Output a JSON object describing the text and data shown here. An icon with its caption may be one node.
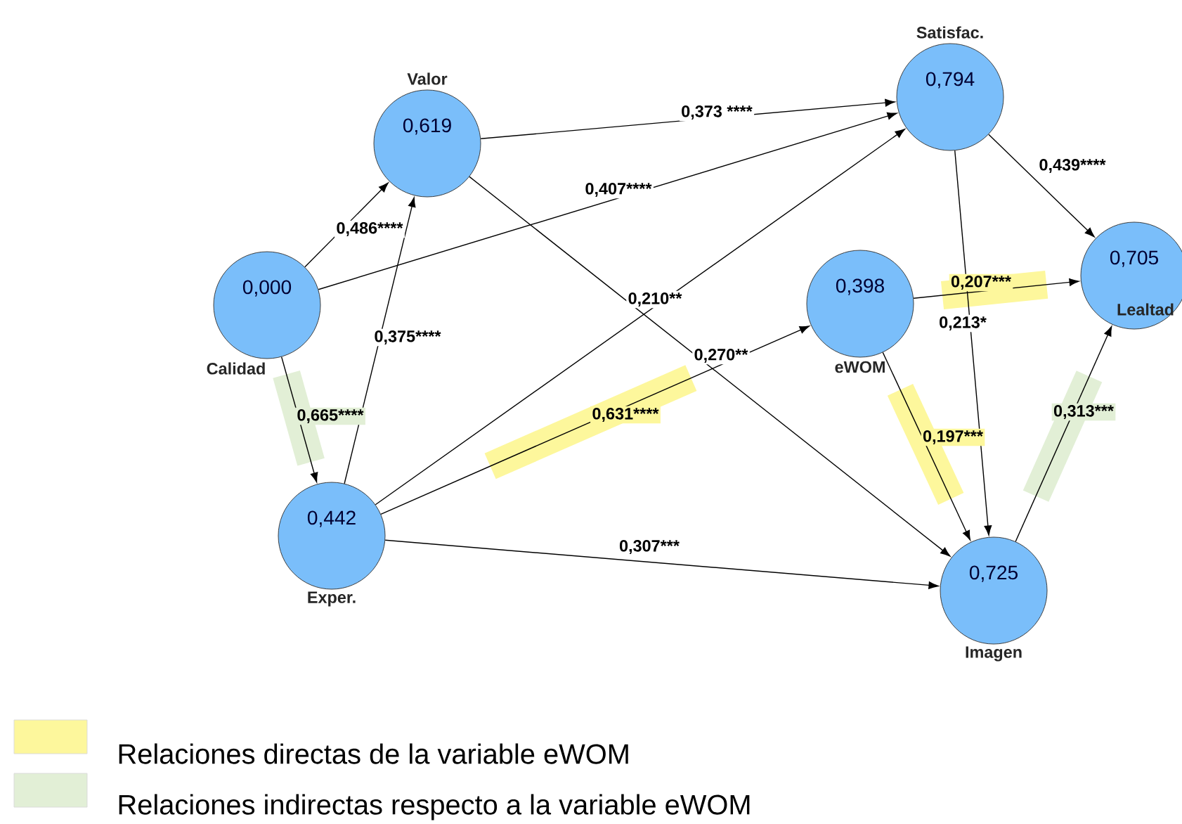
{
  "diagram": {
    "nodes": [
      {
        "text": [
          "Satisfac.",
          "0,794"
        ]
      },
      {
        "text": [
          "Valor",
          "0,619"
        ]
      },
      {
        "text": [
          "0,000",
          "Calidad"
        ]
      },
      {
        "text": [
          "0,398",
          "eWOM"
        ]
      },
      {
        "text": [
          "0,705",
          "Lealtad"
        ]
      },
      {
        "text": [
          "0,442",
          "Exper."
        ]
      },
      {
        "text": [
          "0,725",
          "Imagen"
        ]
      }
    ],
    "edges": [
      {
        "from": 2,
        "to": 1,
        "arrow": "to",
        "label": "0,486****"
      },
      {
        "from": 2,
        "to": 0,
        "arrow": "to",
        "label": "0,407****"
      },
      {
        "from": 2,
        "to": 5,
        "arrow": "to",
        "label": "0,665****"
      },
      {
        "from": 5,
        "to": 1,
        "arrow": "to",
        "label": "0,375****"
      },
      {
        "from": 1,
        "to": 0,
        "arrow": "to",
        "label": "0,373 ****"
      },
      {
        "from": 5,
        "to": 0,
        "arrow": "to",
        "label": "0,210**"
      },
      {
        "from": 1,
        "to": 6,
        "arrow": "to",
        "label": "0,270**"
      },
      {
        "from": 5,
        "to": 3,
        "arrow": "to",
        "label": "0,631****"
      },
      {
        "from": 5,
        "to": 6,
        "arrow": "to",
        "label": "0,307***"
      },
      {
        "from": 0,
        "to": 6,
        "arrow": "to",
        "label": "0,213*"
      },
      {
        "from": 0,
        "to": 4,
        "arrow": "to",
        "label": "0,439****"
      },
      {
        "from": 3,
        "to": 4,
        "arrow": "to",
        "label": "0,207***"
      },
      {
        "from": 3,
        "to": 6,
        "arrow": "to",
        "label": "0,197***"
      },
      {
        "from": 6,
        "to": 4,
        "arrow": "to",
        "label": "0,313***"
      }
    ],
    "legend": [
      {
        "text": "Relaciones directas de la variable eWOM",
        "color": "#fdf79c"
      },
      {
        "text": "Relaciones indirectas respecto a la variable eWOM",
        "color": "#e2efd6"
      }
    ]
  }
}
